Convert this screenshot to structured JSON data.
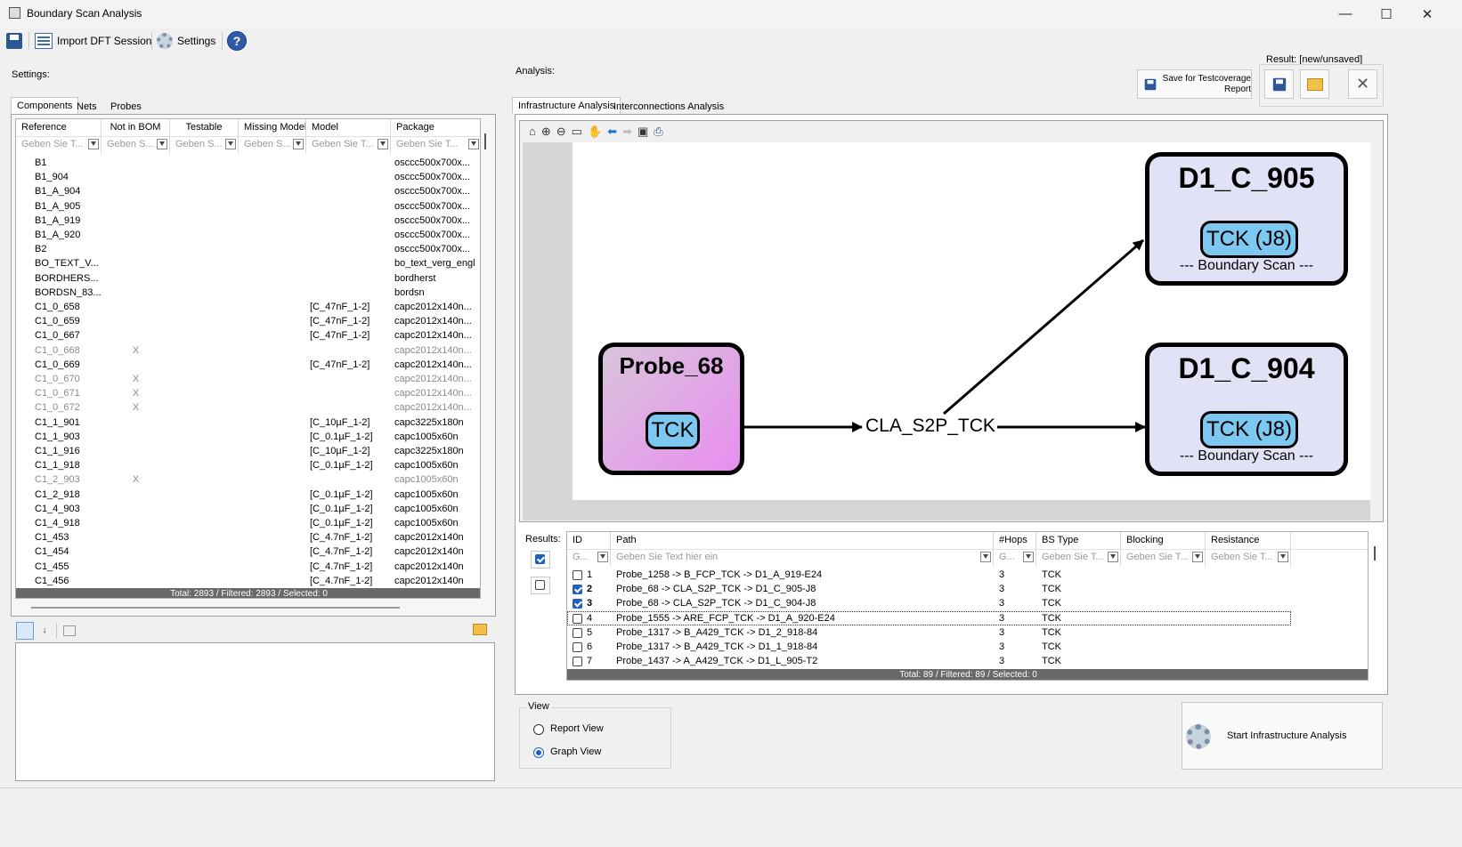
{
  "window": {
    "title": "Boundary Scan Analysis",
    "minimize": "—",
    "maximize": "☐",
    "close": "✕"
  },
  "toolbar": {
    "import_label": "Import DFT Session",
    "settings_label": "Settings",
    "help_label": "?"
  },
  "settings": {
    "label": "Settings:"
  },
  "left_tabs": [
    "Components",
    "Nets",
    "Probes"
  ],
  "components": {
    "columns": [
      "Reference",
      "Not in BOM",
      "Testable",
      "Missing Model",
      "Model",
      "Package"
    ],
    "filters": [
      "Geben Sie T...",
      "Geben S...",
      "Geben S...",
      "Geben S...",
      "Geben Sie T...",
      "Geben Sie T..."
    ],
    "rows": [
      {
        "ref": "B1",
        "bom": "",
        "model": "",
        "pkg": "osccc500x700x...",
        "grey": false
      },
      {
        "ref": "B1_904",
        "bom": "",
        "model": "",
        "pkg": "osccc500x700x...",
        "grey": false
      },
      {
        "ref": "B1_A_904",
        "bom": "",
        "model": "",
        "pkg": "osccc500x700x...",
        "grey": false
      },
      {
        "ref": "B1_A_905",
        "bom": "",
        "model": "",
        "pkg": "osccc500x700x...",
        "grey": false
      },
      {
        "ref": "B1_A_919",
        "bom": "",
        "model": "",
        "pkg": "osccc500x700x...",
        "grey": false
      },
      {
        "ref": "B1_A_920",
        "bom": "",
        "model": "",
        "pkg": "osccc500x700x...",
        "grey": false
      },
      {
        "ref": "B2",
        "bom": "",
        "model": "",
        "pkg": "osccc500x700x...",
        "grey": false
      },
      {
        "ref": "BO_TEXT_V...",
        "bom": "",
        "model": "",
        "pkg": "bo_text_verg_engl",
        "grey": false
      },
      {
        "ref": "BORDHERS...",
        "bom": "",
        "model": "",
        "pkg": "bordherst",
        "grey": false
      },
      {
        "ref": "BORDSN_83....",
        "bom": "",
        "model": "",
        "pkg": "bordsn",
        "grey": false
      },
      {
        "ref": "C1_0_658",
        "bom": "",
        "model": "[C_47nF_1-2]",
        "pkg": "capc2012x140n...",
        "grey": false
      },
      {
        "ref": "C1_0_659",
        "bom": "",
        "model": "[C_47nF_1-2]",
        "pkg": "capc2012x140n...",
        "grey": false
      },
      {
        "ref": "C1_0_667",
        "bom": "",
        "model": "[C_47nF_1-2]",
        "pkg": "capc2012x140n...",
        "grey": false
      },
      {
        "ref": "C1_0_668",
        "bom": "X",
        "model": "",
        "pkg": "capc2012x140n...",
        "grey": true
      },
      {
        "ref": "C1_0_669",
        "bom": "",
        "model": "[C_47nF_1-2]",
        "pkg": "capc2012x140n...",
        "grey": false
      },
      {
        "ref": "C1_0_670",
        "bom": "X",
        "model": "",
        "pkg": "capc2012x140n...",
        "grey": true
      },
      {
        "ref": "C1_0_671",
        "bom": "X",
        "model": "",
        "pkg": "capc2012x140n...",
        "grey": true
      },
      {
        "ref": "C1_0_672",
        "bom": "X",
        "model": "",
        "pkg": "capc2012x140n...",
        "grey": true
      },
      {
        "ref": "C1_1_901",
        "bom": "",
        "model": "[C_10µF_1-2]",
        "pkg": "capc3225x180n",
        "grey": false
      },
      {
        "ref": "C1_1_903",
        "bom": "",
        "model": "[C_0.1µF_1-2]",
        "pkg": "capc1005x60n",
        "grey": false
      },
      {
        "ref": "C1_1_916",
        "bom": "",
        "model": "[C_10µF_1-2]",
        "pkg": "capc3225x180n",
        "grey": false
      },
      {
        "ref": "C1_1_918",
        "bom": "",
        "model": "[C_0.1µF_1-2]",
        "pkg": "capc1005x60n",
        "grey": false
      },
      {
        "ref": "C1_2_903",
        "bom": "X",
        "model": "",
        "pkg": "capc1005x60n",
        "grey": true
      },
      {
        "ref": "C1_2_918",
        "bom": "",
        "model": "[C_0.1µF_1-2]",
        "pkg": "capc1005x60n",
        "grey": false
      },
      {
        "ref": "C1_4_903",
        "bom": "",
        "model": "[C_0.1µF_1-2]",
        "pkg": "capc1005x60n",
        "grey": false
      },
      {
        "ref": "C1_4_918",
        "bom": "",
        "model": "[C_0.1µF_1-2]",
        "pkg": "capc1005x60n",
        "grey": false
      },
      {
        "ref": "C1_453",
        "bom": "",
        "model": "[C_4.7nF_1-2]",
        "pkg": "capc2012x140n",
        "grey": false
      },
      {
        "ref": "C1_454",
        "bom": "",
        "model": "[C_4.7nF_1-2]",
        "pkg": "capc2012x140n",
        "grey": false
      },
      {
        "ref": "C1_455",
        "bom": "",
        "model": "[C_4.7nF_1-2]",
        "pkg": "capc2012x140n",
        "grey": false
      },
      {
        "ref": "C1_456",
        "bom": "",
        "model": "[C_4.7nF_1-2]",
        "pkg": "capc2012x140n",
        "grey": false
      }
    ],
    "status": "Total: 2893 / Filtered: 2893 / Selected: 0"
  },
  "analysis": {
    "label": "Analysis:",
    "tabs": [
      "Infrastructure Analysis",
      "Interconnections Analysis"
    ]
  },
  "result": {
    "label": "Result: [new/unsaved]",
    "save_testcoverage": "Save for Testcoverage Report"
  },
  "graph": {
    "probe_node": {
      "title": "Probe_68",
      "port": "TCK"
    },
    "net_label": "CLA_S2P_TCK",
    "target_nodes": [
      {
        "title": "D1_C_905",
        "port": "TCK (J8)",
        "subtitle": "--- Boundary Scan ---"
      },
      {
        "title": "D1_C_904",
        "port": "TCK (J8)",
        "subtitle": "--- Boundary Scan ---"
      }
    ],
    "colors": {
      "probe_gradient_from": "#e88ef0",
      "probe_gradient_to": "#d9c4db",
      "bs_fill": "#e2e2f6",
      "port_fill": "#7cc8f0"
    }
  },
  "results": {
    "label": "Results:",
    "columns": [
      "ID",
      "Path",
      "#Hops",
      "BS Type",
      "Blocking",
      "Resistance"
    ],
    "filters": [
      "G...",
      "Geben Sie Text hier ein",
      "G...",
      "Geben Sie T...",
      "Geben Sie T...",
      "Geben Sie T..."
    ],
    "rows": [
      {
        "id": "1",
        "path": "Probe_1258 -> B_FCP_TCK -> D1_A_919-E24",
        "hops": "3",
        "type": "TCK",
        "checked": false
      },
      {
        "id": "2",
        "path": "Probe_68 -> CLA_S2P_TCK -> D1_C_905-J8",
        "hops": "3",
        "type": "TCK",
        "checked": true
      },
      {
        "id": "3",
        "path": "Probe_68 -> CLA_S2P_TCK -> D1_C_904-J8",
        "hops": "3",
        "type": "TCK",
        "checked": true
      },
      {
        "id": "4",
        "path": "Probe_1555 -> ARE_FCP_TCK -> D1_A_920-E24",
        "hops": "3",
        "type": "TCK",
        "checked": false
      },
      {
        "id": "5",
        "path": "Probe_1317 -> B_A429_TCK -> D1_2_918-84",
        "hops": "3",
        "type": "TCK",
        "checked": false
      },
      {
        "id": "6",
        "path": "Probe_1317 -> B_A429_TCK -> D1_1_918-84",
        "hops": "3",
        "type": "TCK",
        "checked": false
      },
      {
        "id": "7",
        "path": "Probe_1437 -> A_A429_TCK -> D1_L_905-T2",
        "hops": "3",
        "type": "TCK",
        "checked": false
      }
    ],
    "status": "Total: 89 / Filtered: 89 / Selected: 0"
  },
  "view": {
    "label": "View",
    "options": [
      "Report View",
      "Graph View"
    ],
    "selected": "Graph View"
  },
  "start_button": "Start Infrastructure Analysis"
}
